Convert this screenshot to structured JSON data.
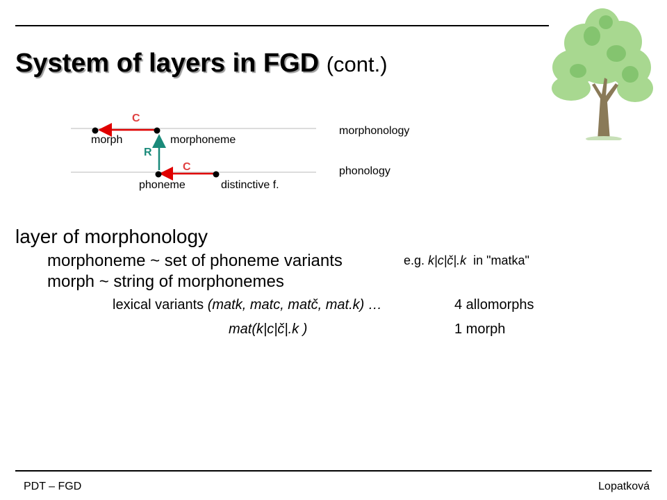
{
  "slide": {
    "title": "System of layers in FGD",
    "title_suffix": "(cont.)"
  },
  "diagram": {
    "layers": {
      "morphonology": "morphonology",
      "phonology": "phonology"
    },
    "nodes": {
      "morph": "morph",
      "morphoneme": "morphoneme",
      "phoneme": "phoneme",
      "distinctive": "distinctive f."
    },
    "relations": {
      "c_top": "C",
      "r_mid": "R",
      "c_bottom": "C"
    },
    "colors": {
      "c_arrow": "#e00000",
      "r_arrow": "#1a8a7a",
      "c_label": "#e04040",
      "r_label": "#1a8a7a",
      "layer_line": "#b8b8b8"
    }
  },
  "content": {
    "heading": "layer of morphonology",
    "line1": "morphoneme ~ set of phoneme variants",
    "example_prefix": "e.g.",
    "example_form": "k|c|č|.k",
    "example_in": "in \"matka\"",
    "line2": "morph ~ string of morphonemes",
    "lex_label": "lexical variants",
    "lex_forms": "(matk, matc, matč, mat.k)  …",
    "lex_count": "4 allomorphs",
    "morph_form": "mat(k|c|č|.k )",
    "morph_count": "1 morph"
  },
  "footer": {
    "left": "PDT – FGD",
    "right": "Lopatková"
  }
}
